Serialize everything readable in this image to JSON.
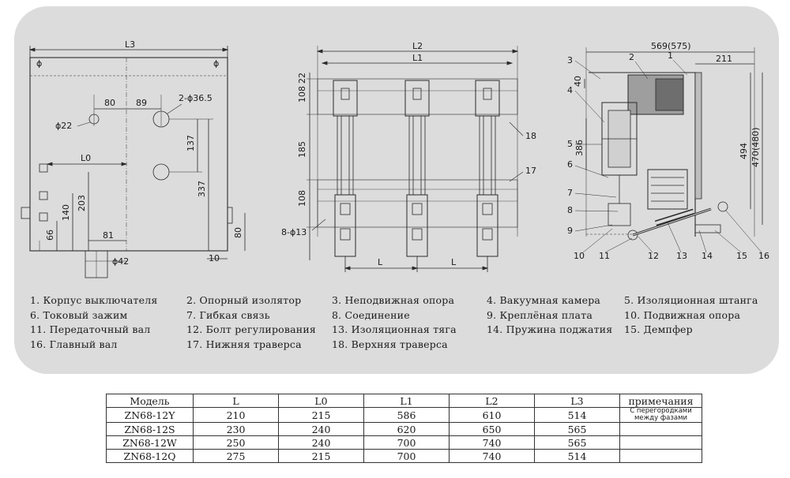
{
  "dims_left": {
    "L3": "L3",
    "d80": "80",
    "d89": "89",
    "hole": "2-ϕ36.5",
    "phi22": "ϕ22",
    "L0": "L0",
    "d137": "137",
    "d337": "337",
    "d203": "203",
    "d140": "140",
    "d66": "66",
    "d81": "81",
    "phi42": "ϕ42",
    "d10": "10",
    "d80v": "80"
  },
  "dims_mid": {
    "L2": "L2",
    "L1": "L1",
    "d22": "22",
    "d108a": "108",
    "d185": "185",
    "d108b": "108",
    "holes": "8-ϕ13",
    "L": "L",
    "L_2": "L",
    "c18": "18",
    "c17": "17"
  },
  "dims_right": {
    "d569": "569(575)",
    "d211": "211",
    "d40": "40",
    "d386": "386",
    "d494": "494",
    "d470": "470(480)",
    "callouts": [
      "1",
      "2",
      "3",
      "4",
      "5",
      "6",
      "7",
      "8",
      "9",
      "10",
      "11",
      "12",
      "13",
      "14",
      "15",
      "16"
    ]
  },
  "legend": [
    [
      "1. Корпус выключателя",
      "2. Опорный изолятор",
      "3. Неподвижная опора",
      "4. Вакуумная камера",
      "5. Изоляционная штанга"
    ],
    [
      "6. Токовый зажим",
      "7. Гибкая связь",
      "8. Соединение",
      "9. Креплёная плата",
      "10. Подвижная опора"
    ],
    [
      "11. Передаточный вал",
      "12. Болт регулирования",
      "13. Изоляционная тяга",
      "14. Пружина поджатия",
      "15. Демпфер"
    ],
    [
      "16. Главный вал",
      "17. Нижняя траверса",
      "18. Верхняя траверса"
    ]
  ],
  "table": {
    "headers": [
      "Модель",
      "L",
      "L0",
      "L1",
      "L2",
      "L3",
      "примечания"
    ],
    "rows": [
      [
        "ZN68-12Y",
        "210",
        "215",
        "586",
        "610",
        "514"
      ],
      [
        "ZN68-12S",
        "230",
        "240",
        "620",
        "650",
        "565"
      ],
      [
        "ZN68-12W",
        "250",
        "240",
        "700",
        "740",
        "565"
      ],
      [
        "ZN68-12Q",
        "275",
        "215",
        "700",
        "740",
        "514"
      ]
    ],
    "note": "С перегородками между фазами"
  }
}
